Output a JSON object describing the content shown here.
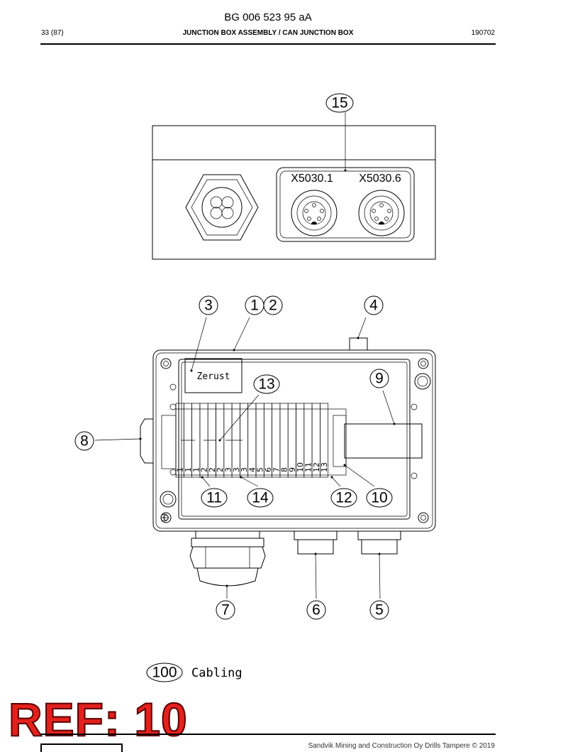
{
  "header": {
    "doc_code": "BG 006 523 95 aA",
    "page": "33 (87)",
    "title": "JUNCTION BOX ASSEMBLY / CAN JUNCTION BOX",
    "date": "190702"
  },
  "diagram": {
    "connector_labels": [
      "X5030.1",
      "X5030.6"
    ],
    "inner_label": "Zerust",
    "terminal_numbers": [
      "1",
      "1",
      "1",
      "2",
      "2",
      "2",
      "3",
      "3",
      "3",
      "4",
      "5",
      "6",
      "7",
      "8",
      "9",
      "10",
      "11",
      "12",
      "13"
    ],
    "balloons": {
      "b15": "15",
      "b3": "3",
      "b1": "1",
      "b2": "2",
      "b4": "4",
      "b9": "9",
      "b13": "13",
      "b8": "8",
      "b11": "11",
      "b14": "14",
      "b12": "12",
      "b10": "10",
      "b7": "7",
      "b6": "6",
      "b5": "5"
    },
    "cabling": {
      "number": "100",
      "label": "Cabling"
    }
  },
  "stamp": {
    "text": "REF: 10",
    "color": "#e3211c"
  },
  "footer": {
    "text": "Sandvik Mining and Construction Oy Drills Tampere © 2019"
  }
}
